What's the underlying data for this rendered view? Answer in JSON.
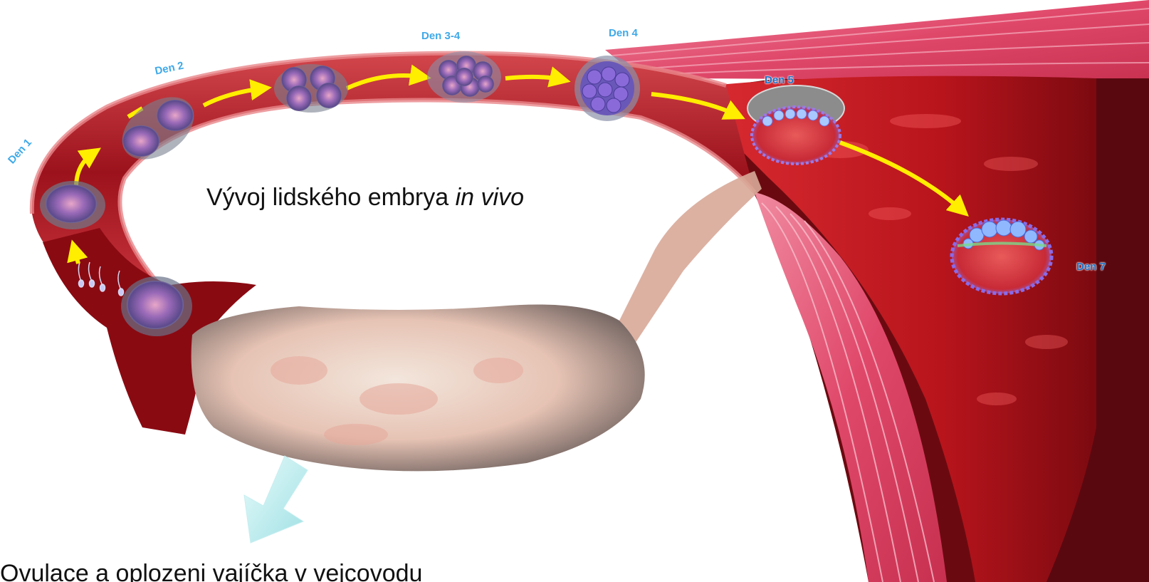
{
  "diagram": {
    "title_main": "Vývoj lidského embrya",
    "title_italic": "in vivo",
    "bottom_caption": "Ovulace a oplozeni vajíčka v vejcovodu",
    "day_labels": {
      "den1": "Den 1",
      "den2": "Den 2",
      "den34": "Den 3-4",
      "den4": "Den 4",
      "den5": "Den 5",
      "den7": "Den 7"
    }
  },
  "colors": {
    "tissue_dark": "#8b0e16",
    "tissue_mid": "#c8202a",
    "muscle_pink": "#e04a66",
    "arrow_yellow": "#ffee00",
    "label_blue": "#3fa9e8",
    "ovary": "#e8d0c4"
  }
}
